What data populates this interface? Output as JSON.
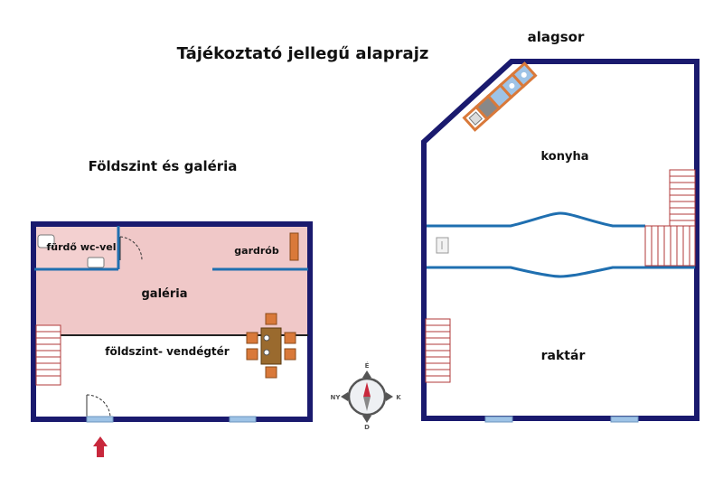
{
  "title": "Tájékoztató jellegű alaprajz",
  "ground_floor": {
    "heading": "Földszint és galéria",
    "rooms": {
      "bathroom": "fürdő wc-vel",
      "wardrobe": "gardrób",
      "gallery": "galéria",
      "guest_area": "földszint- vendégtér"
    }
  },
  "basement": {
    "heading": "alagsor",
    "rooms": {
      "kitchen": "konyha",
      "storage": "raktár"
    }
  },
  "compass": {
    "north": "É",
    "south": "D",
    "east": "K",
    "west": "NY"
  },
  "colors": {
    "wall": "#1a1a6e",
    "inner_wall": "#1f6fb0",
    "gallery_fill": "#f0c8c8",
    "furniture": "#d9793a",
    "stair": "#b03a3a",
    "window": "#9ec3e6",
    "entrance_arrow": "#c8283c"
  }
}
